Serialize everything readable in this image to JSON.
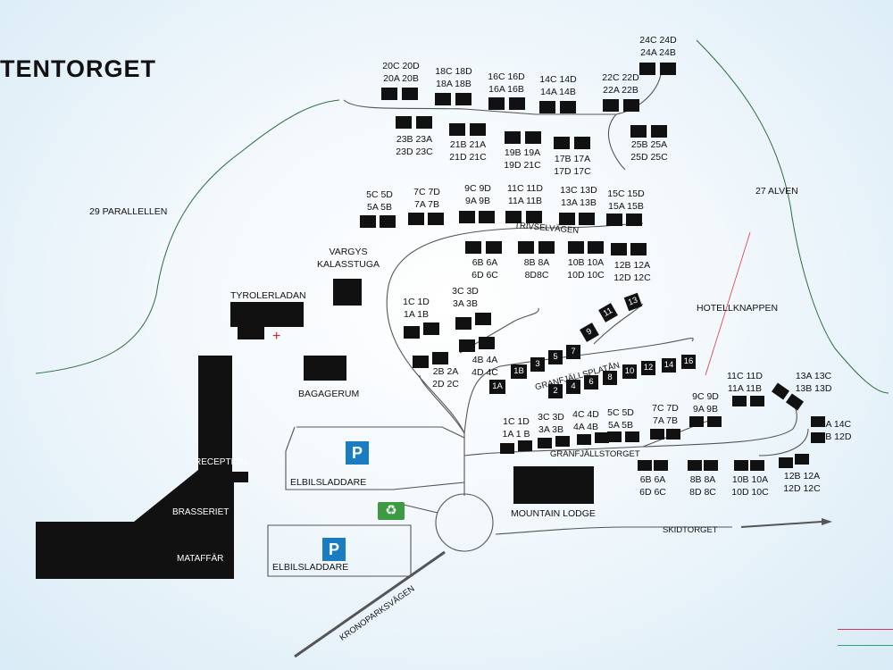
{
  "title": "TENTORGET",
  "roads": {
    "trivselvagen": "TRIVSELVÄGEN",
    "granfjallsplatan": "GRANFJÄLLSPLATÅN",
    "granfjallstorget": "GRANFJÄLLSTORGET",
    "skidtorget": "SKIDTORGET",
    "kronoparksvagen": "KRONOPARKSVÄGEN"
  },
  "areas": {
    "parallellen": "29 PARALLELLEN",
    "alven": "27 ALVEN",
    "hotellknappen": "HOTELLKNAPPEN"
  },
  "buildings": {
    "vargys": "VARGYS\nKALASSTUGA",
    "tyrolerladan": "TYROLERLADAN",
    "bagagerum": "BAGAGERUM",
    "reception": "RECEPTION",
    "brasseriet": "BRASSERIET",
    "mataffar": "MATAFFÄR",
    "mountain_lodge": "MOUNTAIN LODGE",
    "elbil1": "ELBILSLADDARE",
    "elbil2": "ELBILSLADDARE"
  },
  "parking": {
    "p1": "P",
    "p2": "P"
  },
  "icons": {
    "recycle": "recycle-icon",
    "first_aid": "first-aid-cross-icon",
    "arrow": "arrow-right-icon"
  },
  "colors": {
    "parking": "#1a7cc1",
    "recycle": "#3c9a43",
    "cross": "#d22222",
    "ink": "#111111"
  },
  "cabins_top": [
    "20C 20D\n20A 20B",
    "18C 18D\n18A 18B",
    "16C 16D\n16A 16B",
    "14C 14D\n14A 14B",
    "22C 22D\n22A 22B",
    "24C 24D\n24A 24B"
  ],
  "cabins_mid": [
    "23B 23A\n23D 23C",
    "21B 21A\n21D 21C",
    "19B 19A\n19D 21C",
    "17B 17A\n17D 17C",
    "25B 25A\n25D 25C"
  ],
  "cabins_row3": [
    "5C 5D\n5A 5B",
    "7C 7D\n7A 7B",
    "9C 9D\n9A 9B",
    "11C 11D\n11A 11B",
    "13C 13D\n13A 13B",
    "15C 15D\n15A 15B"
  ],
  "cabins_row4": [
    "6B 6A\n6D 6C",
    "8B 8A\n8D8C",
    "10B 10A\n10D 10C",
    "12B 12A\n12D 12C"
  ],
  "cabins_west": [
    "1C 1D\n1A 1B",
    "3C 3D\n3A 3B",
    "4B 4A\n4D 4C",
    "2B 2A\n2D 2C"
  ],
  "plata_numbers": [
    "1A",
    "1B",
    "3",
    "5",
    "7",
    "9",
    "11",
    "13",
    "2",
    "4",
    "6",
    "8",
    "10",
    "12",
    "14",
    "16"
  ],
  "cabins_torget": [
    "1C 1D\n1A 1 B",
    "3C 3D\n3A 3B",
    "4C 4D\n4A 4B",
    "5C 5D\n5A 5B",
    "7C 7D\n7A 7B",
    "9C 9D\n9A 9B",
    "11C 11D\n11A 11B",
    "13A 13C\n13B 13D",
    "14A 14C\n14B 12D"
  ],
  "cabins_torget_south": [
    "6B 6A\n6D 6C",
    "8B 8A\n8D 8C",
    "10B 10A\n10D 10C",
    "12B 12A\n12D 12C"
  ]
}
